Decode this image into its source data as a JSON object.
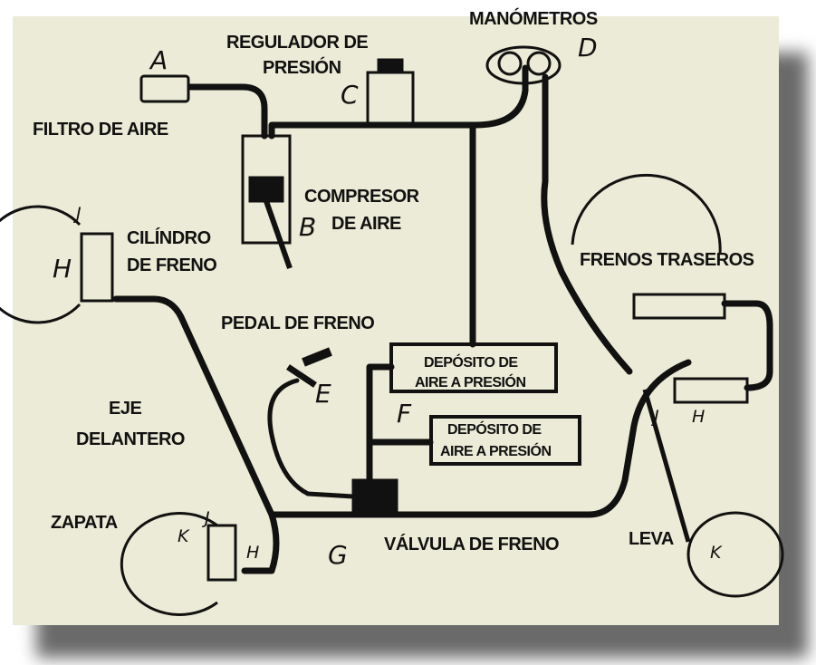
{
  "labels": {
    "manometros": "MANÓMETROS",
    "regulador_1": "REGULADOR DE",
    "regulador_2": "PRESIÓN",
    "filtro": "FILTRO DE AIRE",
    "compresor_1": "COMPRESOR",
    "compresor_2": "DE AIRE",
    "cilindro_1": "CILÍNDRO",
    "cilindro_2": "DE FRENO",
    "frenos_traseros": "FRENOS  TRASEROS",
    "pedal": "PEDAL DE FRENO",
    "deposito1_1": "DEPÓSITO DE",
    "deposito1_2": "AIRE A PRESIÓN",
    "deposito2_1": "DEPÓSITO DE",
    "deposito2_2": "AIRE  A PRESIÓN",
    "eje_1": "EJE",
    "eje_2": "DELANTERO",
    "zapata": "ZAPATA",
    "valvula": "VÁLVULA DE FRENO",
    "leva": "LEVA"
  },
  "letters": {
    "a": "A",
    "b": "B",
    "c": "C",
    "d": "D",
    "e": "E",
    "f": "F",
    "g": "G",
    "h1": "H",
    "h2": "H",
    "h3": "H",
    "j1": "J",
    "j2": "J",
    "j3": "J",
    "k1": "K",
    "k2": "K"
  },
  "colors": {
    "panel": "#ecebd7",
    "ink": "#111111",
    "shadow": "#6a6a6a"
  }
}
